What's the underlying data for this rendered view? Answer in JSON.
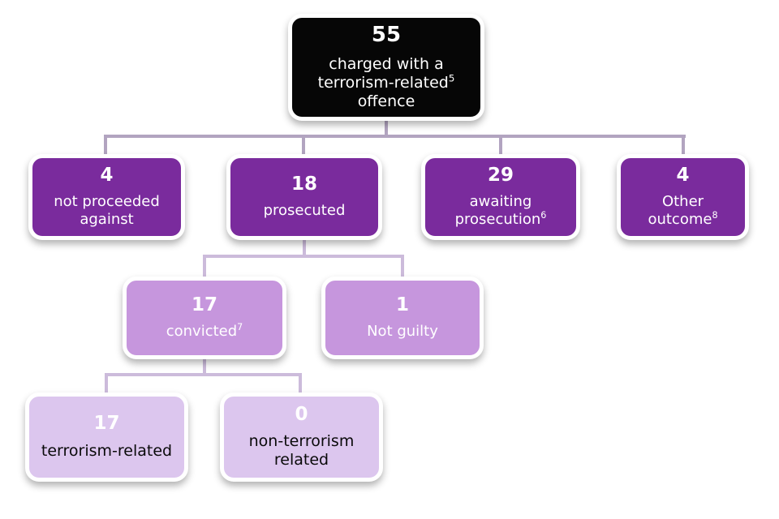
{
  "colors": {
    "level1_bg": "#060606",
    "level2_bg": "#7a2b9d",
    "level3_bg": "#c696dd",
    "level4_bg": "#dcc6ee",
    "connector_upper": "#b2a4c0",
    "connector_lower": "#ccbbdb",
    "text_light": "#ffffff",
    "text_dark": "#0a0a0a",
    "page_bg": "#ffffff"
  },
  "boxes": {
    "root": {
      "value": "55",
      "lines": [
        {
          "t": "charged with a"
        },
        {
          "t": "terrorism-related",
          "sup": "5"
        },
        {
          "t": "offence"
        }
      ]
    },
    "not_proceeded": {
      "value": "4",
      "lines": [
        {
          "t": "not proceeded"
        },
        {
          "t": "against"
        }
      ]
    },
    "prosecuted": {
      "value": "18",
      "lines": [
        {
          "t": "prosecuted"
        }
      ]
    },
    "awaiting": {
      "value": "29",
      "lines": [
        {
          "t": "awaiting"
        },
        {
          "t": "prosecution",
          "sup": "6"
        }
      ]
    },
    "other": {
      "value": "4",
      "lines": [
        {
          "t": "Other"
        },
        {
          "t": "outcome",
          "sup": "8"
        }
      ]
    },
    "convicted": {
      "value": "17",
      "lines": [
        {
          "t": "convicted",
          "sup": "7"
        }
      ]
    },
    "not_guilty": {
      "value": "1",
      "lines": [
        {
          "t": "Not guilty"
        }
      ]
    },
    "terrorism_related": {
      "value": "17",
      "lines": [
        {
          "t": "terrorism-related"
        }
      ]
    },
    "non_terrorism": {
      "value": "0",
      "lines": [
        {
          "t": "non-terrorism"
        },
        {
          "t": "related"
        }
      ]
    }
  }
}
